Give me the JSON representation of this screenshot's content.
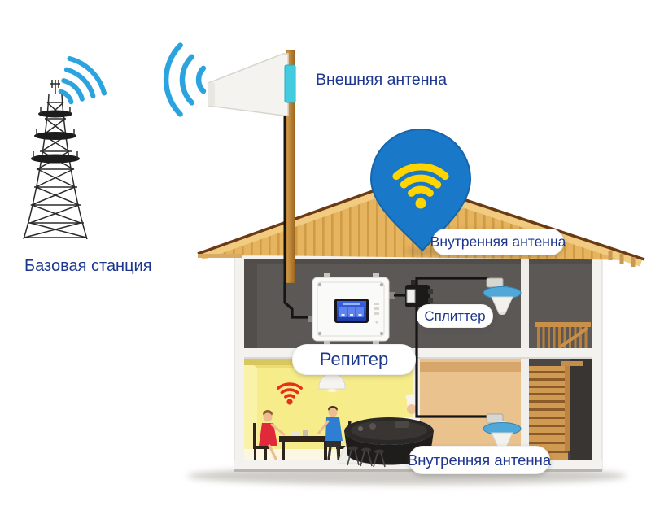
{
  "labels": {
    "base_station": "Базовая станция",
    "external_antenna": "Внешняя антенна",
    "internal_antenna_top": "Внутренняя антенна",
    "splitter": "Сплиттер",
    "repeater": "Репитер",
    "internal_antenna_bottom": "Внутренняя антенна"
  },
  "colors": {
    "label-blue": "#1d3790",
    "signal-blue": "#2aa3de",
    "pin-blue": "#1a78c8",
    "wifi-yellow": "#ffd400",
    "indoor-wifi-red": "#e6301a",
    "roof-gold": "#e6b35f",
    "wall-gray": "#5b5856",
    "room-yellow": "#f6ec8a",
    "room-tan": "#eac28e",
    "wood-brown": "#c98f4a",
    "cable-black": "#151515",
    "antenna-disc-blue": "#4fa8d8",
    "mount-cyan": "#43cbe0"
  },
  "icons": {
    "tower_signal_waves": "radio-waves-icon",
    "antenna_signal_waves": "radio-waves-icon",
    "wifi_pin": "wifi-location-pin-icon",
    "indoor_wifi": "wifi-icon"
  }
}
